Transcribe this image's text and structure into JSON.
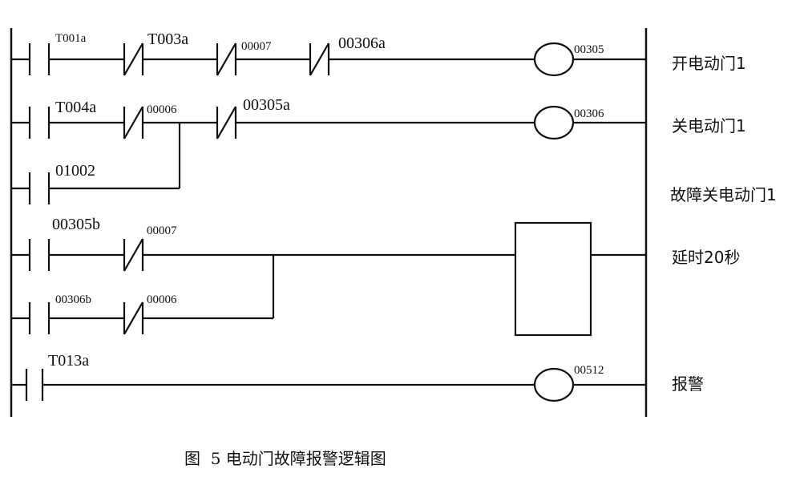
{
  "diagram": {
    "type": "plc-ladder-logic",
    "rungs": [
      {
        "id": "rung-1",
        "description": "开电动门1",
        "contacts": [
          {
            "label": "T001a",
            "type": "NO"
          },
          {
            "label": "T003a",
            "type": "NC"
          },
          {
            "label": "00007",
            "type": "NC"
          },
          {
            "label": "00306a",
            "type": "NC"
          }
        ],
        "output": {
          "kind": "coil",
          "label": "00305"
        }
      },
      {
        "id": "rung-2",
        "description": "关电动门1",
        "contacts": [
          {
            "label": "T004a",
            "type": "NO"
          },
          {
            "label": "00006",
            "type": "NC"
          },
          {
            "label": "00305a",
            "type": "NC"
          }
        ],
        "output": {
          "kind": "coil",
          "label": "00306"
        }
      },
      {
        "id": "rung-3",
        "description": "故障关电动门1",
        "contacts": [
          {
            "label": "01002",
            "type": "NO"
          }
        ],
        "output": {
          "kind": "branch-to-rung-2"
        }
      },
      {
        "id": "rung-4",
        "description": "延时20秒",
        "contacts": [
          {
            "label": "00305b",
            "type": "NO"
          },
          {
            "label": "00007",
            "type": "NC"
          }
        ],
        "output": {
          "kind": "timer"
        }
      },
      {
        "id": "rung-5",
        "description": "",
        "contacts": [
          {
            "label": "00306b",
            "type": "NO"
          },
          {
            "label": "00006",
            "type": "NC"
          }
        ],
        "output": {
          "kind": "branch-to-rung-4"
        }
      },
      {
        "id": "rung-6",
        "description": "报警",
        "contacts": [
          {
            "label": "T013a",
            "type": "NO"
          }
        ],
        "output": {
          "kind": "coil",
          "label": "00512"
        }
      }
    ]
  },
  "caption": "图  5 电动门故障报警逻辑图",
  "colors": {
    "line": "#111111",
    "background": "#ffffff"
  }
}
